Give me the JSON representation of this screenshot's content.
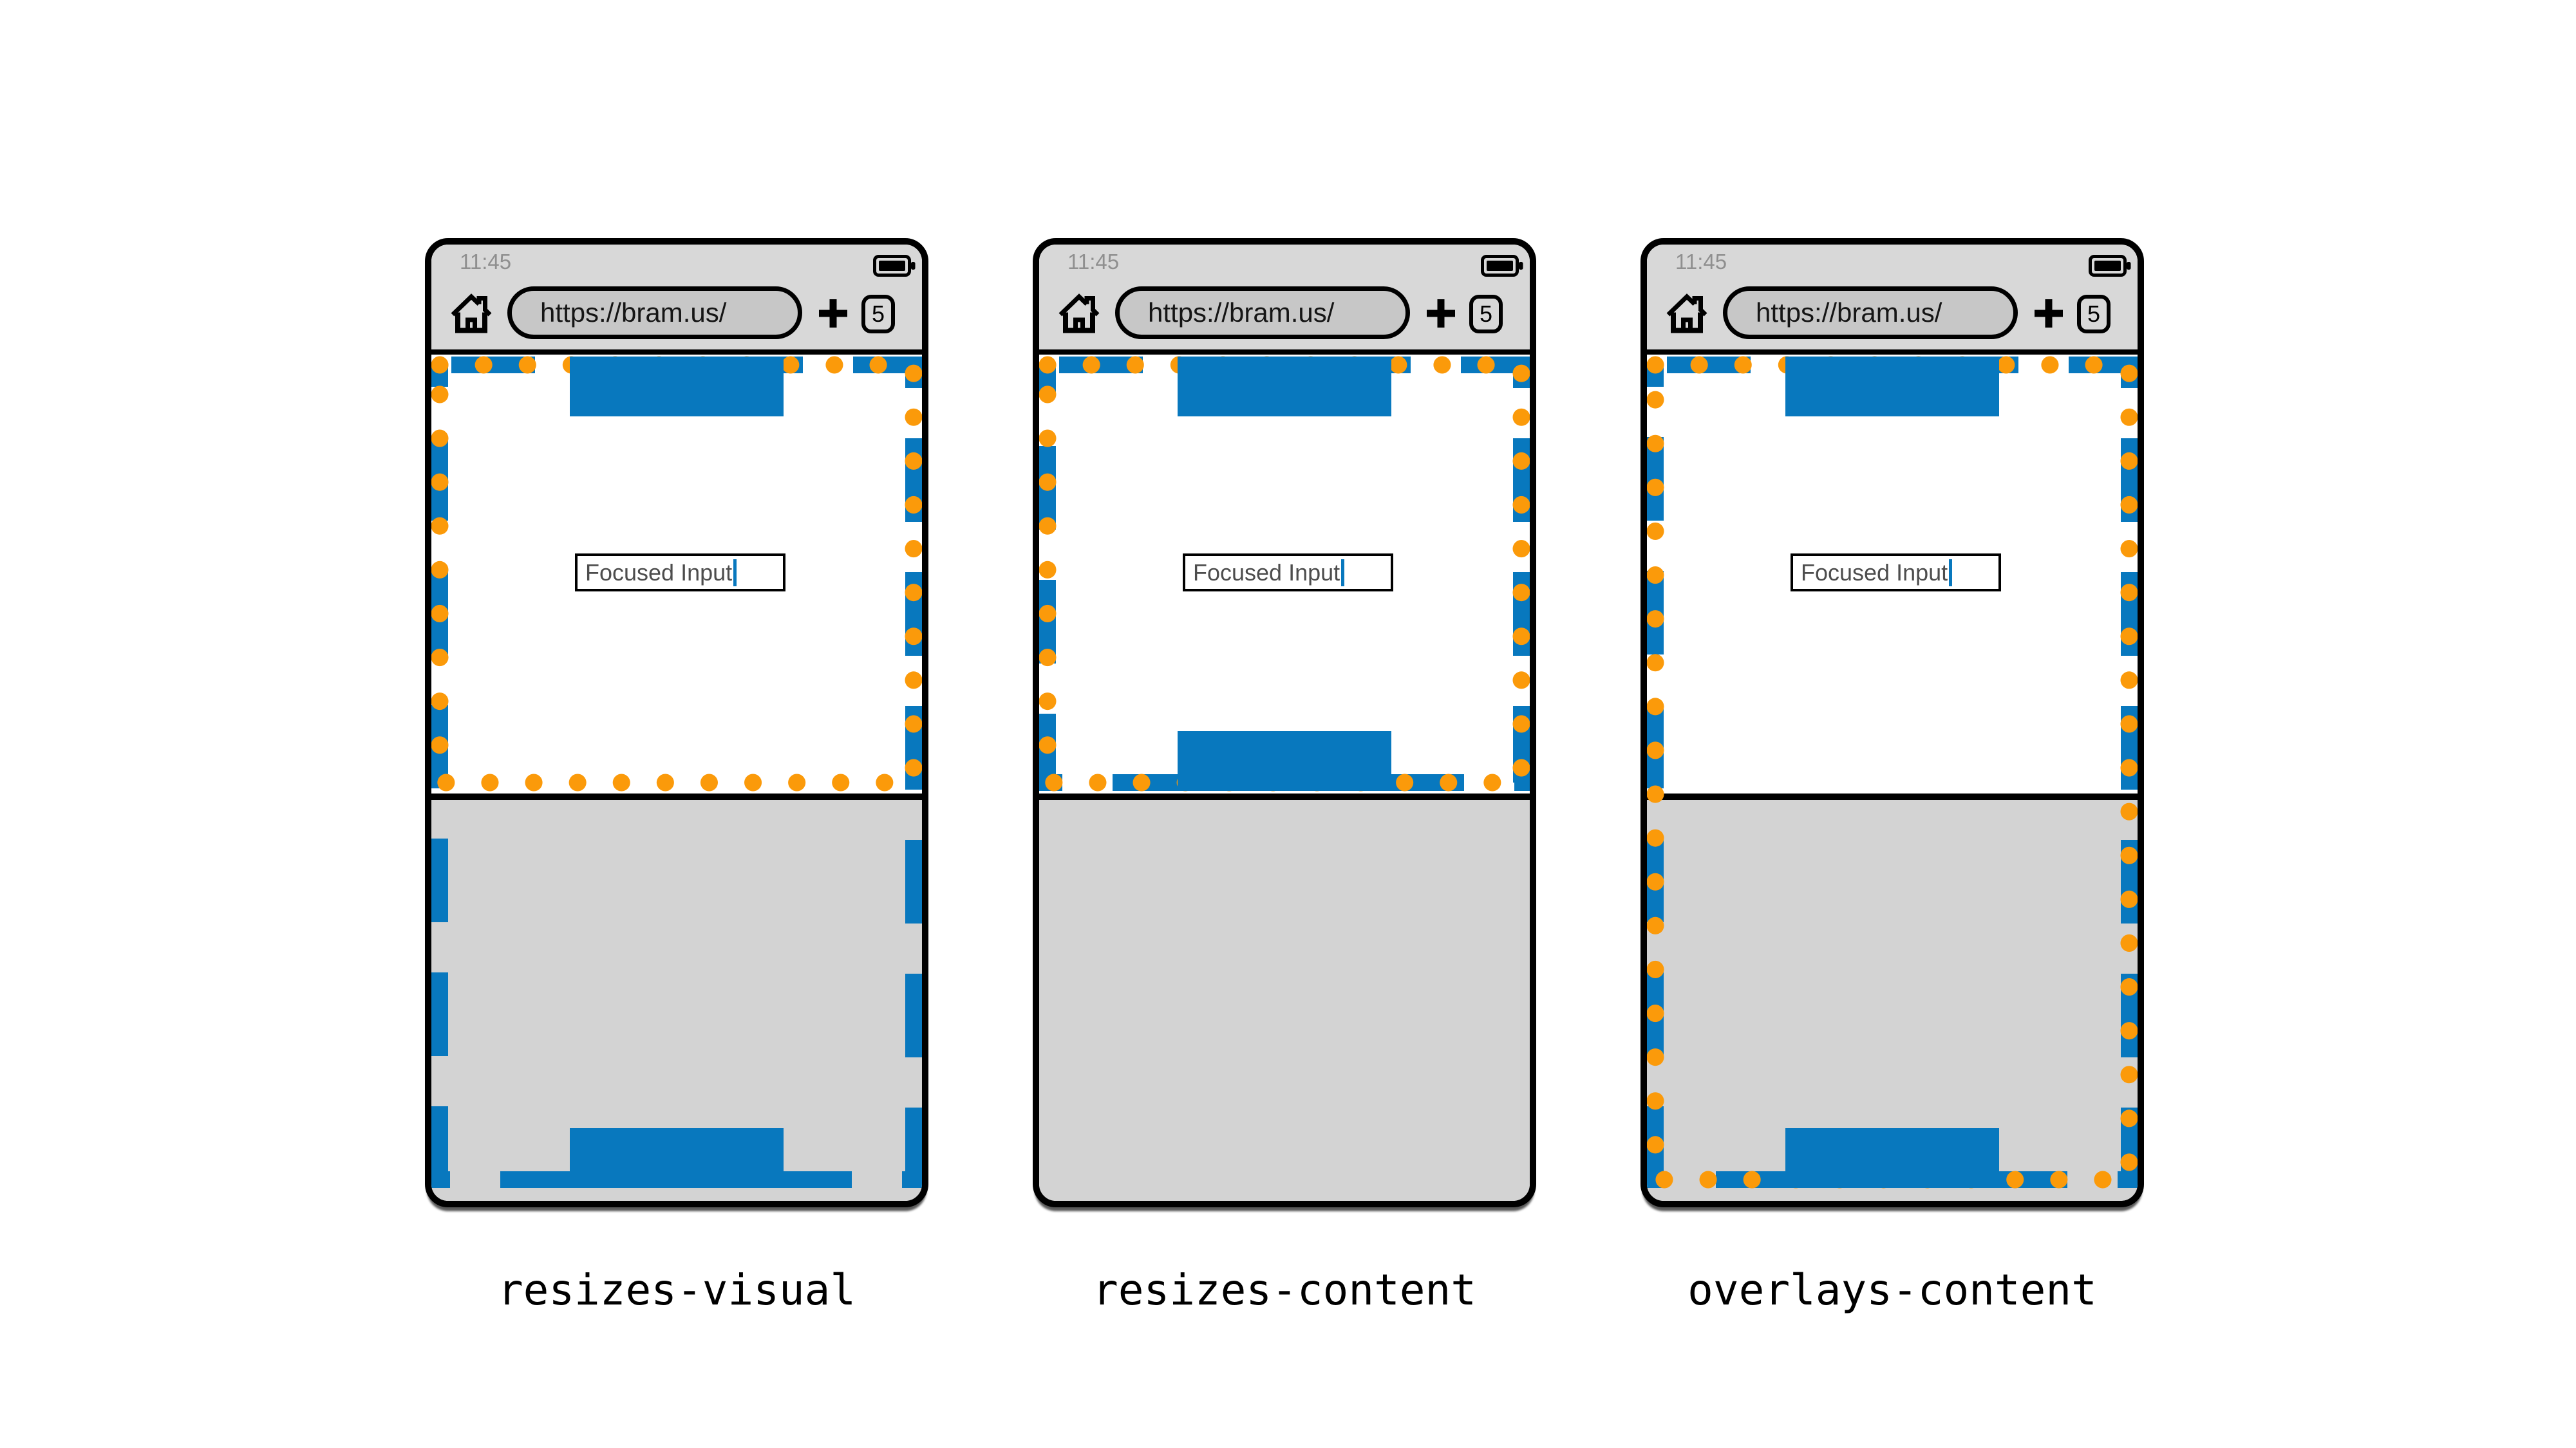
{
  "figure": {
    "colors": {
      "blue": "#0878be",
      "orange": "#fb9a0a",
      "chrome-gray": "#d8d8d8",
      "keyboard-gray": "#d3d3d3",
      "pill-gray": "#c7c7c7",
      "status-text": "#8f8f8f",
      "input-text": "#4d4d4d"
    },
    "phones": [
      {
        "label": "resizes-visual",
        "status_time": "11:45",
        "url": "https://bram.us/",
        "tab_count": "5",
        "input_value": "Focused Input"
      },
      {
        "label": "resizes-content",
        "status_time": "11:45",
        "url": "https://bram.us/",
        "tab_count": "5",
        "input_value": "Focused Input"
      },
      {
        "label": "overlays-content",
        "status_time": "11:45",
        "url": "https://bram.us/",
        "tab_count": "5",
        "input_value": "Focused Input"
      }
    ]
  }
}
